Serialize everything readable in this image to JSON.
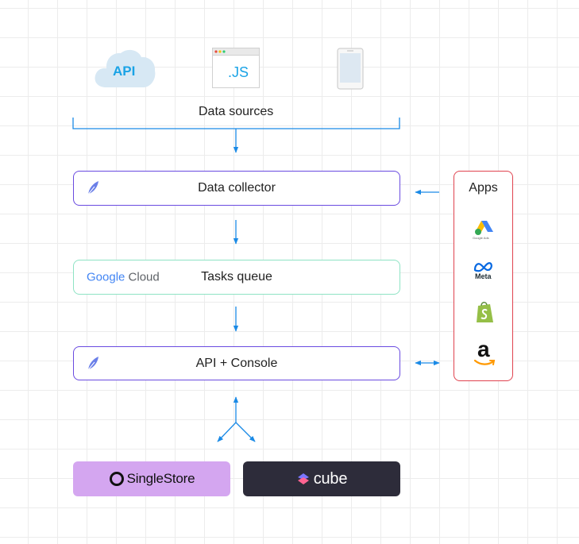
{
  "sources": {
    "cloud_label": "API",
    "browser_label": ".JS",
    "title": "Data sources"
  },
  "collector": {
    "label": "Data collector"
  },
  "queue": {
    "brand_google": "Google",
    "brand_cloud": "Cloud",
    "label": "Tasks queue"
  },
  "console": {
    "label": "API + Console"
  },
  "apps": {
    "title": "Apps",
    "items": [
      {
        "icon": "google-ads-icon",
        "caption": "Google Ads"
      },
      {
        "icon": "meta-icon",
        "caption": "Meta"
      },
      {
        "icon": "shopify-icon",
        "caption": ""
      },
      {
        "icon": "amazon-icon",
        "caption": "a"
      }
    ]
  },
  "stores": {
    "singlestore": "SingleStore",
    "cube": "cube"
  },
  "colors": {
    "arrow": "#1a8ae6",
    "purple_border": "#6a4be0",
    "green_border": "#8ee3c4",
    "apps_border": "#e0434f",
    "singlestore_bg": "#d4a6f0",
    "cube_bg": "#2d2c3a"
  }
}
